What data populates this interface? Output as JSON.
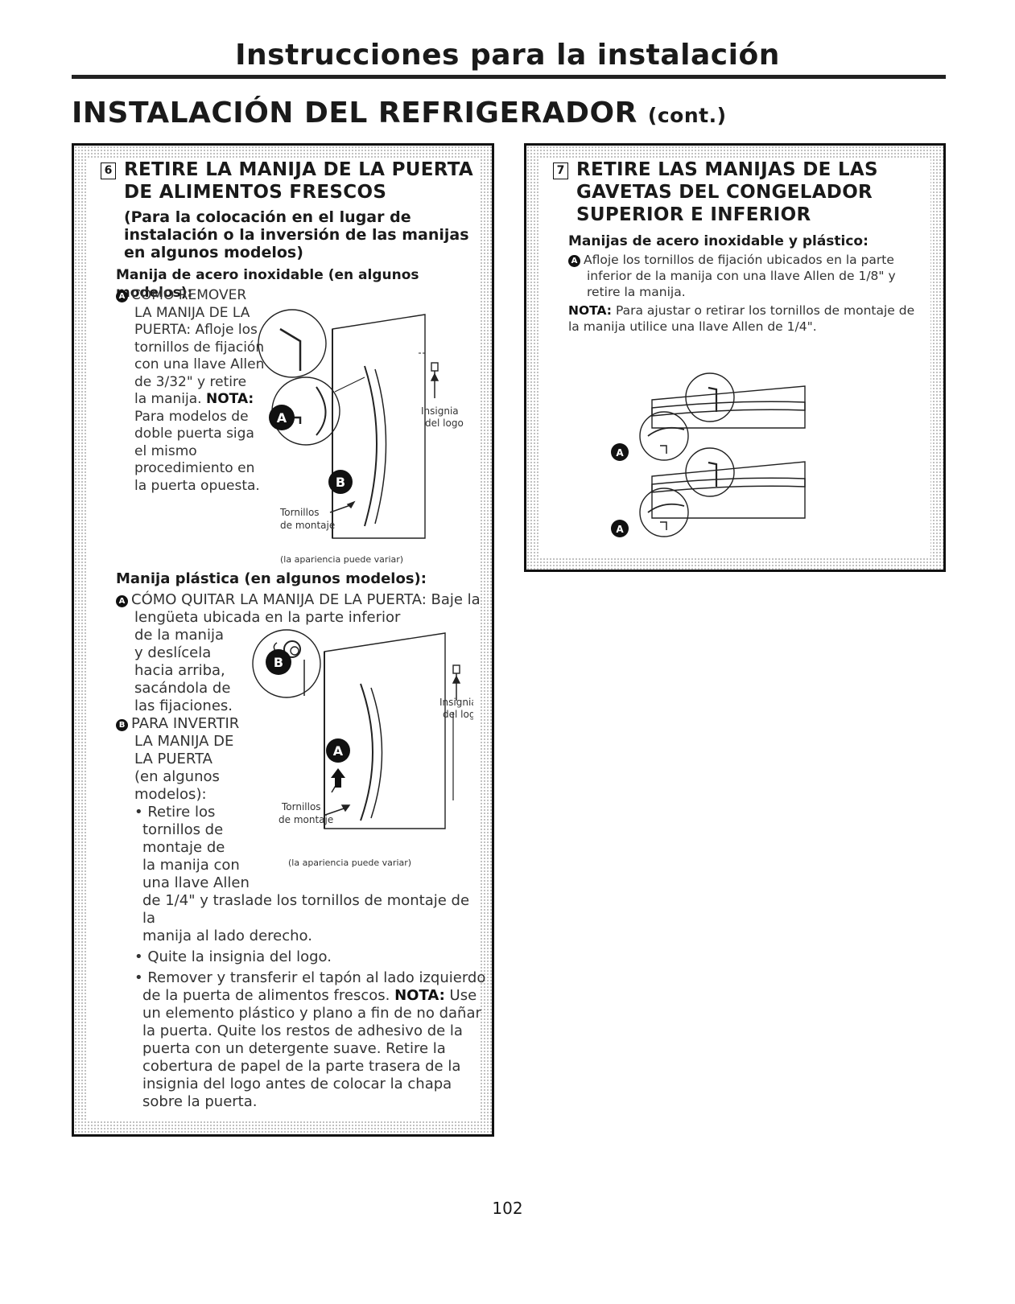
{
  "header": {
    "title": "Instrucciones para la instalación"
  },
  "section": {
    "title": "INSTALACIÓN DEL REFRIGERADOR",
    "cont": "(cont.)"
  },
  "step6": {
    "number": "6",
    "title_line1": "RETIRE LA MANIJA DE LA PUERTA",
    "title_line2": "DE ALIMENTOS FRESCOS",
    "subtitle": [
      "(Para la colocación en el lugar de",
      "instalación o la inversión de las manijas –",
      "en algunos modelos)"
    ],
    "stainless_heading": "Manija de acero inoxidable (en algunos modelos):",
    "stainless_text_lines": [
      "CÓMO REMOVER",
      "LA MANIJA DE LA",
      "PUERTA: Afloje los",
      "tornillos de fijación",
      "con una llave Allen",
      "de 3/32\" y retire",
      "la manija."
    ],
    "nota_label": "NOTA:",
    "stainless_nota_lines": [
      "Para modelos de",
      "doble puerta siga",
      "el mismo",
      "procedimiento en",
      "la puerta opuesta."
    ],
    "fig1": {
      "label_badge": "Insignia",
      "label_logo": "del logo",
      "label_screws": "Tornillos",
      "label_mount": "de montaje",
      "caption": "(la apariencia puede variar)",
      "marker_a": "A",
      "marker_b": "B"
    },
    "plastic_heading": "Manija plástica (en algunos modelos):",
    "plastic_a_line1": "CÓMO QUITAR LA MANIJA DE LA PUERTA: Baje la",
    "plastic_a_lines": [
      "lengüeta ubicada en la parte inferior",
      "de la manija",
      "y deslícela",
      "hacia arriba,",
      "sacándola de",
      "las fijaciones."
    ],
    "plastic_b_lines": [
      "PARA INVERTIR",
      "LA MANIJA DE",
      "LA PUERTA",
      "(en algunos",
      "modelos):"
    ],
    "bullet1_lines": [
      "• Retire los",
      "tornillos de",
      "montaje de",
      "la manija con",
      "una llave Allen",
      "de 1/4\" y traslade los tornillos de montaje de la",
      "manija al lado derecho."
    ],
    "bullet2": "• Quite la insignia del logo.",
    "bullet3_lines": [
      "• Remover y transferir el tapón al lado izquierdo",
      "de la puerta de alimentos frescos."
    ],
    "bullet3_nota_rest": "Use",
    "bullet3_more": [
      "un elemento plástico y plano a fin de no dañar",
      "la puerta. Quite los restos de adhesivo de la",
      "puerta con un detergente suave. Retire la",
      "cobertura de papel de la parte trasera de la",
      "insignia del logo antes de colocar la chapa",
      "sobre la puerta."
    ],
    "fig2": {
      "label_badge": "Insignia",
      "label_logo": "del logo",
      "label_screws": "Tornillos",
      "label_mount": "de montaje",
      "caption": "(la apariencia puede variar)",
      "marker_a": "A",
      "marker_b": "B"
    }
  },
  "step7": {
    "number": "7",
    "title_lines": [
      "RETIRE LAS MANIJAS DE LAS",
      "GAVETAS DEL CONGELADOR",
      "SUPERIOR E INFERIOR"
    ],
    "heading": "Manijas de acero inoxidable y plástico:",
    "a_lines": [
      "Afloje los tornillos de fijación ubicados en la parte",
      "inferior de la manija con una llave Allen de 1/8\" y",
      "retire la manija."
    ],
    "nota_label": "NOTA:",
    "nota_lines": [
      "Para ajustar o retirar los tornillos de montaje de",
      "la manija utilice una llave Allen de 1/4\"."
    ],
    "fig": {
      "marker_a1": "A",
      "marker_a2": "A"
    }
  },
  "markers": {
    "a": "A",
    "b": "B"
  },
  "page_number": "102"
}
